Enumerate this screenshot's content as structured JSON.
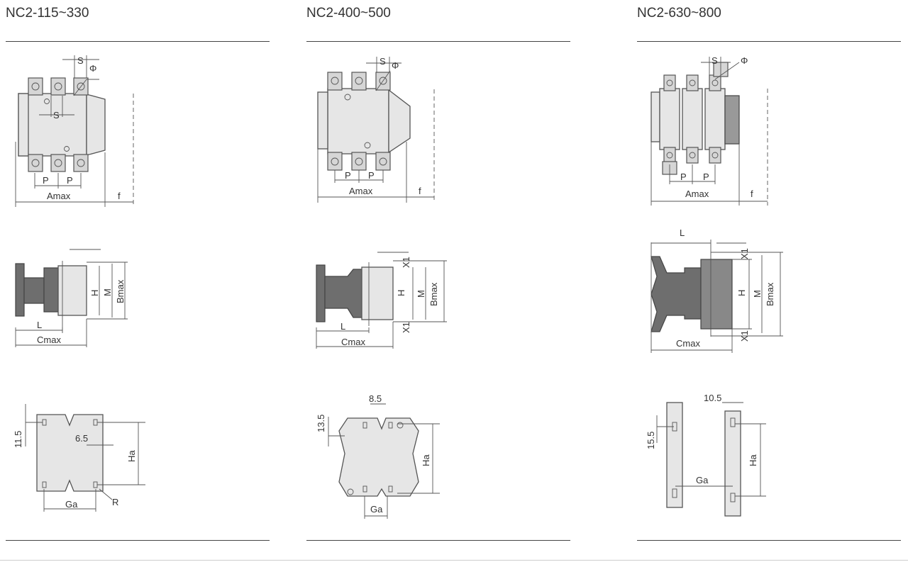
{
  "models": [
    {
      "title": "NC2-115~330",
      "top": {
        "s_top": "S",
        "phi": "Φ",
        "s_inner": "S",
        "p1": "P",
        "p2": "P",
        "amax": "Amax",
        "f": "f"
      },
      "side": {
        "h": "H",
        "m": "M",
        "bmax": "Bmax",
        "l": "L",
        "cmax": "Cmax"
      },
      "mount": {
        "dim_v": "11.5",
        "dim_h": "6.5",
        "ha": "Ha",
        "ga": "Ga",
        "r": "R"
      }
    },
    {
      "title": "NC2-400~500",
      "top": {
        "s_top": "S",
        "phi": "Φ",
        "p1": "P",
        "p2": "P",
        "amax": "Amax",
        "f": "f"
      },
      "side": {
        "x1_top": "X1",
        "h": "H",
        "m": "M",
        "bmax": "Bmax",
        "x1_bottom": "X1",
        "l": "L",
        "cmax": "Cmax"
      },
      "mount": {
        "dim_h": "8.5",
        "dim_v": "13.5",
        "ha": "Ha",
        "ga": "Ga"
      }
    },
    {
      "title": "NC2-630~800",
      "top": {
        "s_top": "S",
        "phi": "Φ",
        "p1": "P",
        "p2": "P",
        "amax": "Amax",
        "f": "f"
      },
      "side": {
        "l": "L",
        "x1_top": "X1",
        "h": "H",
        "m": "M",
        "bmax": "Bmax",
        "x1_bottom": "X1",
        "cmax": "Cmax"
      },
      "mount": {
        "dim_h": "10.5",
        "dim_v": "15.5",
        "ha": "Ha",
        "ga": "Ga"
      }
    }
  ]
}
